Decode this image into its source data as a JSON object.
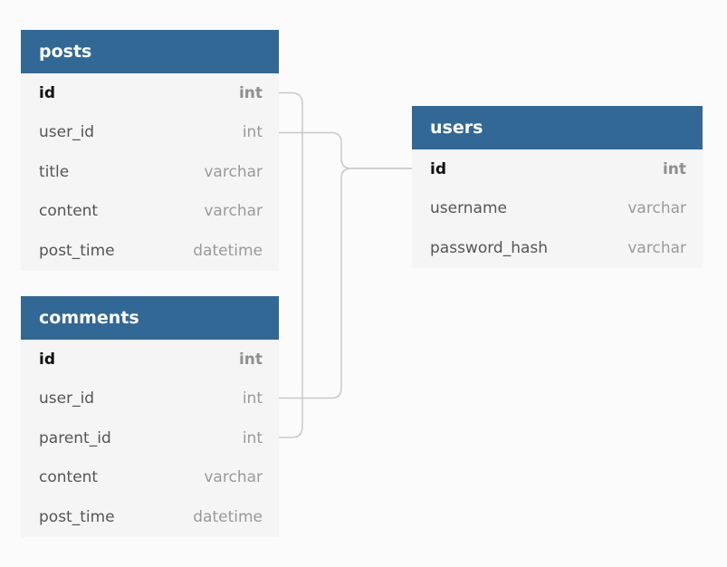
{
  "tables": {
    "posts": {
      "name": "posts",
      "columns": [
        {
          "name": "id",
          "type": "int"
        },
        {
          "name": "user_id",
          "type": "int"
        },
        {
          "name": "title",
          "type": "varchar"
        },
        {
          "name": "content",
          "type": "varchar"
        },
        {
          "name": "post_time",
          "type": "datetime"
        }
      ]
    },
    "comments": {
      "name": "comments",
      "columns": [
        {
          "name": "id",
          "type": "int"
        },
        {
          "name": "user_id",
          "type": "int"
        },
        {
          "name": "parent_id",
          "type": "int"
        },
        {
          "name": "content",
          "type": "varchar"
        },
        {
          "name": "post_time",
          "type": "datetime"
        }
      ]
    },
    "users": {
      "name": "users",
      "columns": [
        {
          "name": "id",
          "type": "int"
        },
        {
          "name": "username",
          "type": "varchar"
        },
        {
          "name": "password_hash",
          "type": "varchar"
        }
      ]
    }
  },
  "colors": {
    "header": "#316896",
    "line": "#c9c9c9"
  }
}
